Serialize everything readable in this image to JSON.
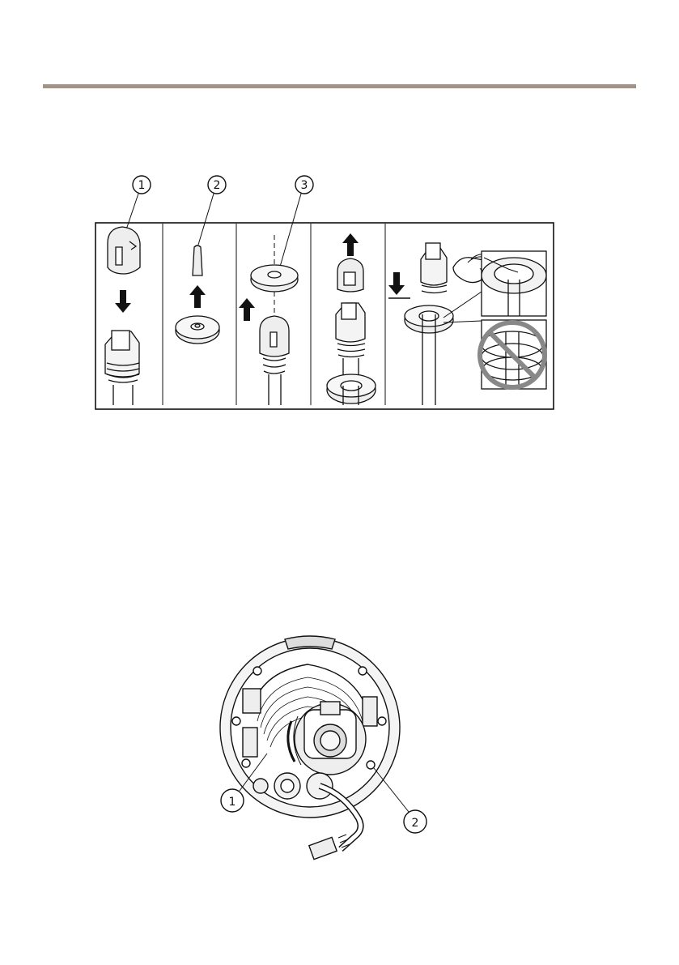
{
  "header": {
    "rule_color": "#a09387"
  },
  "figure_1": {
    "callouts": [
      "1",
      "2",
      "3"
    ],
    "panels": [
      "boot-to-rj45",
      "cap-and-grommet",
      "pierce-grommet",
      "boot-and-grommet-on-cable",
      "push-grommet"
    ]
  },
  "figure_2": {
    "callouts": [
      "1",
      "2"
    ]
  }
}
